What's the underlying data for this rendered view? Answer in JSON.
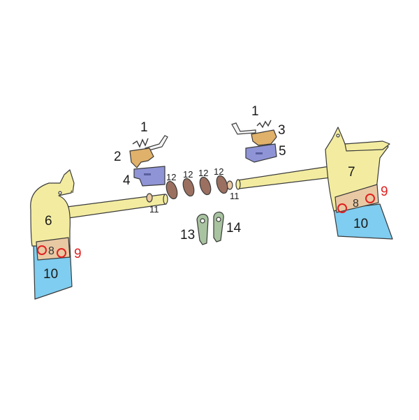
{
  "colors": {
    "frame": "#f3eca0",
    "plate": "#e9c9a4",
    "blade": "#7fcdf0",
    "bracket": "#8f94d6",
    "hinge": "#e0b16a",
    "link": "#a8c3a0",
    "bushing": "#9b7060",
    "marker": "#e02020"
  },
  "labels": {
    "part1_left": "1",
    "part1_right": "1",
    "part2": "2",
    "part3": "3",
    "part4": "4",
    "part5": "5",
    "part6": "6",
    "part7": "7",
    "part8_left": "8",
    "part8_right": "8",
    "part9_left": "9",
    "part9_right": "9",
    "part10_left": "10",
    "part10_right": "10",
    "part11_left": "11",
    "part11_right": "11",
    "part12_a": "12",
    "part12_b": "12",
    "part12_c": "12",
    "part12_d": "12",
    "part13": "13",
    "part14": "14"
  }
}
